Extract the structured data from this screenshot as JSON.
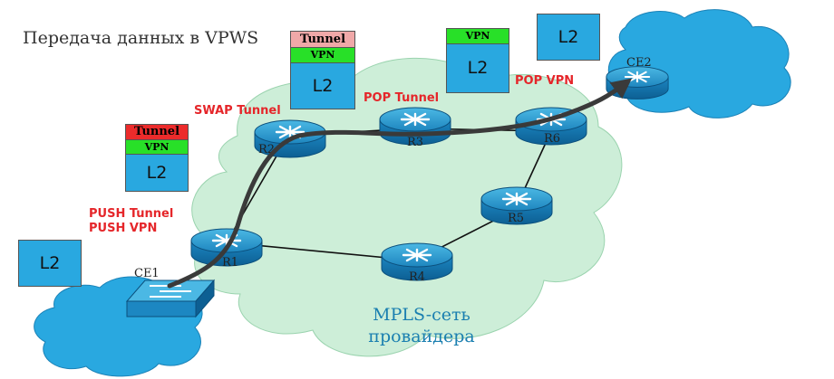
{
  "title": "Передача данных в VPWS",
  "cloud": {
    "line1": "MPLS-сеть",
    "line2": "провайдера"
  },
  "colors": {
    "cloud_fill": "#cdeed8",
    "customer_cloud_fill": "#29a8e0",
    "l2_fill": "#29a8e0",
    "tunnel_red": "#ec2b2b",
    "tunnel_pink": "#f0a8a8",
    "vpn_green": "#28e028",
    "annotation_red": "#e5262a"
  },
  "nodes": {
    "ce1": "CE1",
    "ce2": "CE2",
    "r1": "R1",
    "r2": "R2",
    "r3": "R3",
    "r4": "R4",
    "r5": "R5",
    "r6": "R6"
  },
  "annotations": {
    "push_tunnel": "PUSH Tunnel",
    "push_vpn": "PUSH VPN",
    "swap_tunnel": "SWAP Tunnel",
    "pop_tunnel": "POP Tunnel",
    "pop_vpn": "POP VPN"
  },
  "packets": {
    "ce1_side": {
      "l2": "L2"
    },
    "after_r1": {
      "tunnel": "Tunnel",
      "vpn": "VPN",
      "l2": "L2"
    },
    "after_r2": {
      "tunnel": "Tunnel",
      "vpn": "VPN",
      "l2": "L2"
    },
    "after_r3": {
      "vpn": "VPN",
      "l2": "L2"
    },
    "ce2_side": {
      "l2": "L2"
    }
  },
  "icons": {
    "router": "router-icon",
    "switch": "switch-icon",
    "path": "data-path-arrow"
  }
}
